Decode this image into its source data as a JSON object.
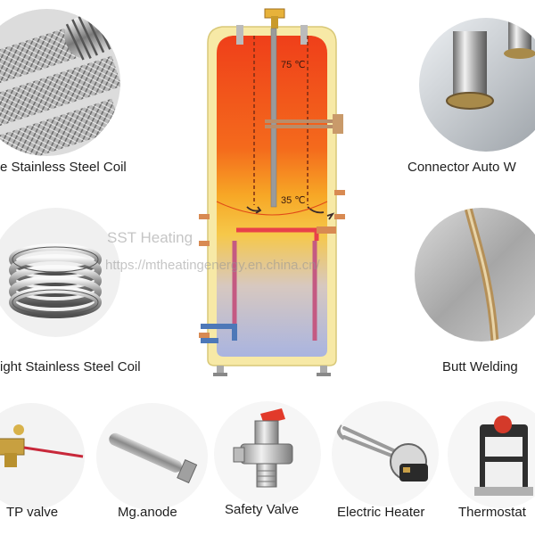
{
  "labels": {
    "corrugated_coil": "e Stainless Steel Coil",
    "straight_coil": "ight Stainless Steel Coil",
    "connector": "Connector Auto W",
    "butt_welding": "Butt Welding",
    "tp_valve": "TP valve",
    "mg_anode": "Mg.anode",
    "safety_valve": "Safety Valve",
    "electric_heater": "Electric Heater",
    "thermostat": "Thermostat"
  },
  "tank": {
    "temp_top": "75 ℃",
    "temp_mid": "35 ℃"
  },
  "watermark": {
    "brand": "SST Heating",
    "url": "https://mtheatingenergy.en.china.cn/"
  },
  "colors": {
    "tank_shell": "#f7e9a6",
    "hot": "#ee4a1a",
    "warm": "#f7a51c",
    "coil_hot": "#e8404a",
    "coil_cold": "#5a78b8",
    "pipe": "#d88a52"
  }
}
